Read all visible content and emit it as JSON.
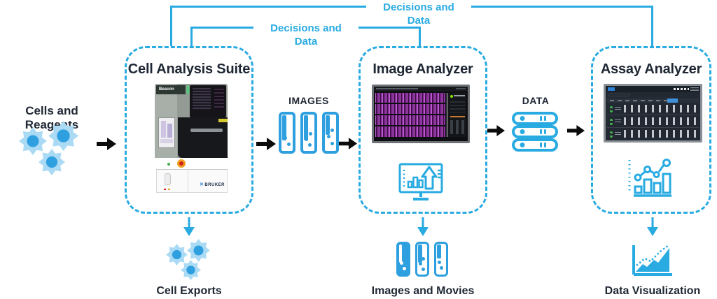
{
  "feedback": {
    "outer_label": "Decisions and Data",
    "inner_label": "Decisions and Data"
  },
  "input": {
    "label": "Cells and Reagents"
  },
  "stages": [
    {
      "title": "Cell Analysis Suite",
      "output_label": "Cell Exports"
    },
    {
      "title": "Image Analyzer",
      "output_label": "Images and Movies"
    },
    {
      "title": "Assay Analyzer",
      "output_label": "Data Visualization"
    }
  ],
  "connectors": {
    "images_label": "IMAGES",
    "data_label": "DATA"
  },
  "instrument": {
    "brand": "Beacon",
    "logo": "BRUKER"
  },
  "colors": {
    "accent_blue": "#29ABE2",
    "icon_blue": "#2E9FDF",
    "text_dark": "#1E2733",
    "cell_body": "#ABDAF5",
    "cell_core": "#2E9FDF",
    "flow_arrow": "#0B0B0B"
  }
}
